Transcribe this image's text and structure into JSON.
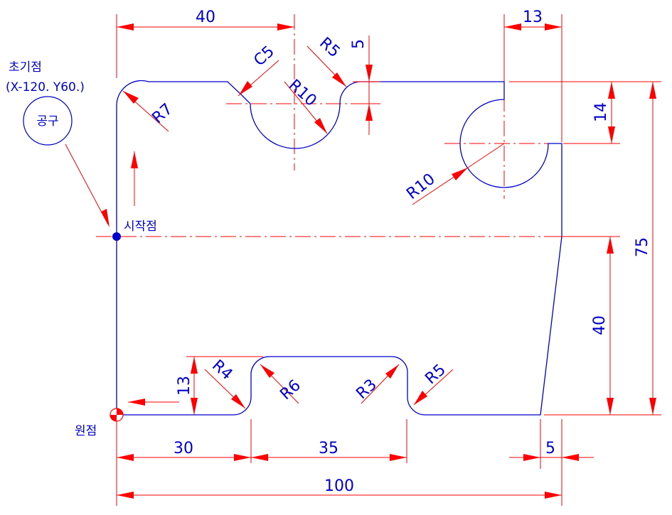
{
  "labels": {
    "initial_point": "초기점",
    "initial_coords": "(X-120. Y60.)",
    "tool": "공구",
    "start_point": "시작점",
    "origin": "원점"
  },
  "dimensions": {
    "top_width": "40",
    "right_notch_width": "13",
    "notch_depth": "5",
    "right_notch_height": "14",
    "total_height": "75",
    "lower_height": "40",
    "slot_depth": "13",
    "bottom_left": "30",
    "slot_width": "35",
    "taper_offset": "5",
    "total_width": "100"
  },
  "radii": {
    "corner_r7": "R7",
    "chamfer_c5": "C5",
    "fillet_r5_top": "R5",
    "arc_r10_top": "R10",
    "arc_r10_right": "R10",
    "fillet_r4": "R4",
    "fillet_r6": "R6",
    "fillet_r3": "R3",
    "fillet_r5_bottom": "R5"
  },
  "colors": {
    "profile": "#0000cc",
    "dimension": "#ff0000",
    "start_marker": "#0000cc",
    "background": "#ffffff"
  }
}
